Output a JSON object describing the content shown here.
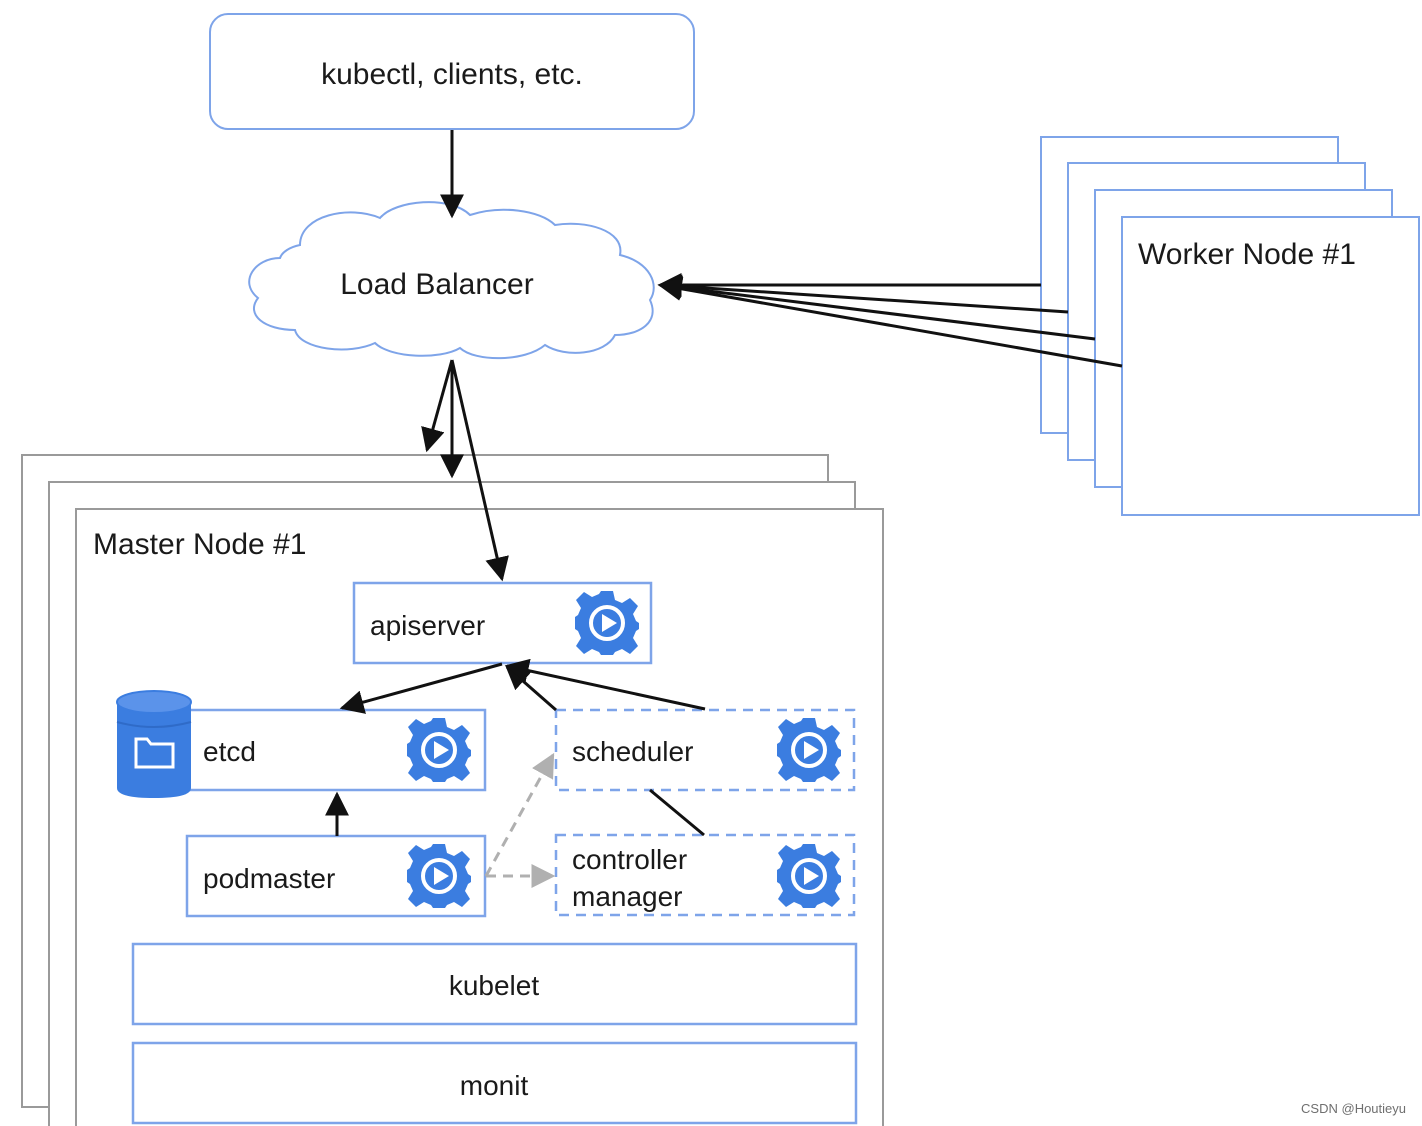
{
  "colors": {
    "node_border": "#7ea4e9",
    "master_border": "#9a9a9a",
    "arrow": "#111111",
    "dashed_arrow": "#b0b0b0",
    "accent_blue": "#3b7de0"
  },
  "clients": {
    "label": "kubectl, clients, etc."
  },
  "load_balancer": {
    "label": "Load Balancer"
  },
  "worker_nodes": {
    "label": "Worker Node #1",
    "stacked_count": 4
  },
  "master_nodes": {
    "label": "Master Node #1",
    "stacked_count": 3
  },
  "components": {
    "apiserver": {
      "label": "apiserver",
      "icon": "gear-icon"
    },
    "etcd": {
      "label": "etcd",
      "icon": "gear-icon",
      "db_icon": "database-folder-icon"
    },
    "scheduler": {
      "label": "scheduler",
      "icon": "gear-icon"
    },
    "podmaster": {
      "label": "podmaster",
      "icon": "gear-icon"
    },
    "controller_manager": {
      "label_line1": "controller",
      "label_line2": "manager",
      "icon": "gear-icon"
    },
    "kubelet": {
      "label": "kubelet"
    },
    "monit": {
      "label": "monit"
    }
  },
  "watermark": {
    "text": "CSDN @Houtieyu"
  }
}
